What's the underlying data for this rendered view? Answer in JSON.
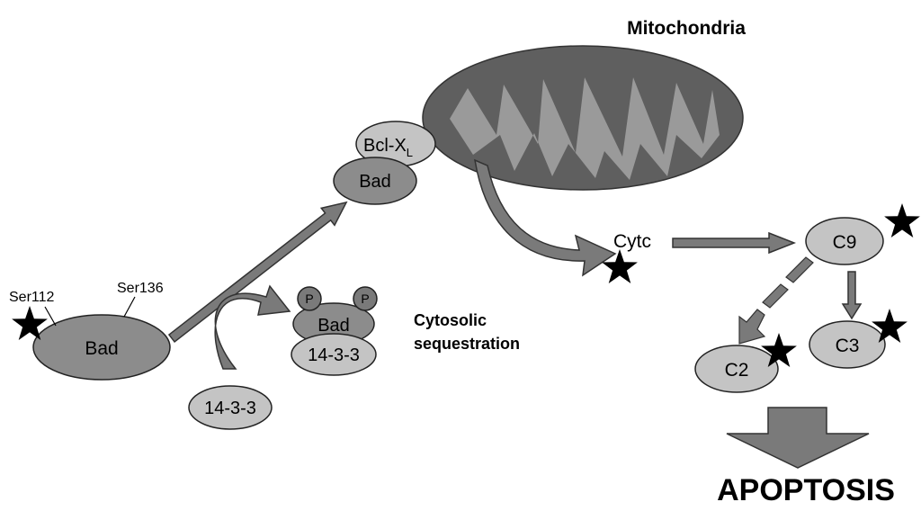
{
  "title": "Mitochondria",
  "labels": {
    "bclxl_main": "Bcl-X",
    "bclxl_sub": "L",
    "bad_top": "Bad",
    "bad_left": "Bad",
    "bad_middle": "Bad",
    "protein_1433_bound": "14-3-3",
    "protein_1433_free": "14-3-3",
    "phospho_1": "P",
    "phospho_2": "P",
    "ser112": "Ser112",
    "ser136": "Ser136",
    "cytosolic_line1": "Cytosolic",
    "cytosolic_line2": "sequestration",
    "cytc": "Cytc",
    "c9": "C9",
    "c2": "C2",
    "c3": "C3",
    "outcome": "APOPTOSIS"
  },
  "colors": {
    "mito_outer": "#5f5f5f",
    "mito_inner": "#9a9a9a",
    "protein_dark": "#8c8c8c",
    "protein_light": "#c4c4c4",
    "arrow_fill": "#7a7a7a",
    "outline": "#222222"
  },
  "icons": [
    "star-icon",
    "phosphate-icon"
  ]
}
